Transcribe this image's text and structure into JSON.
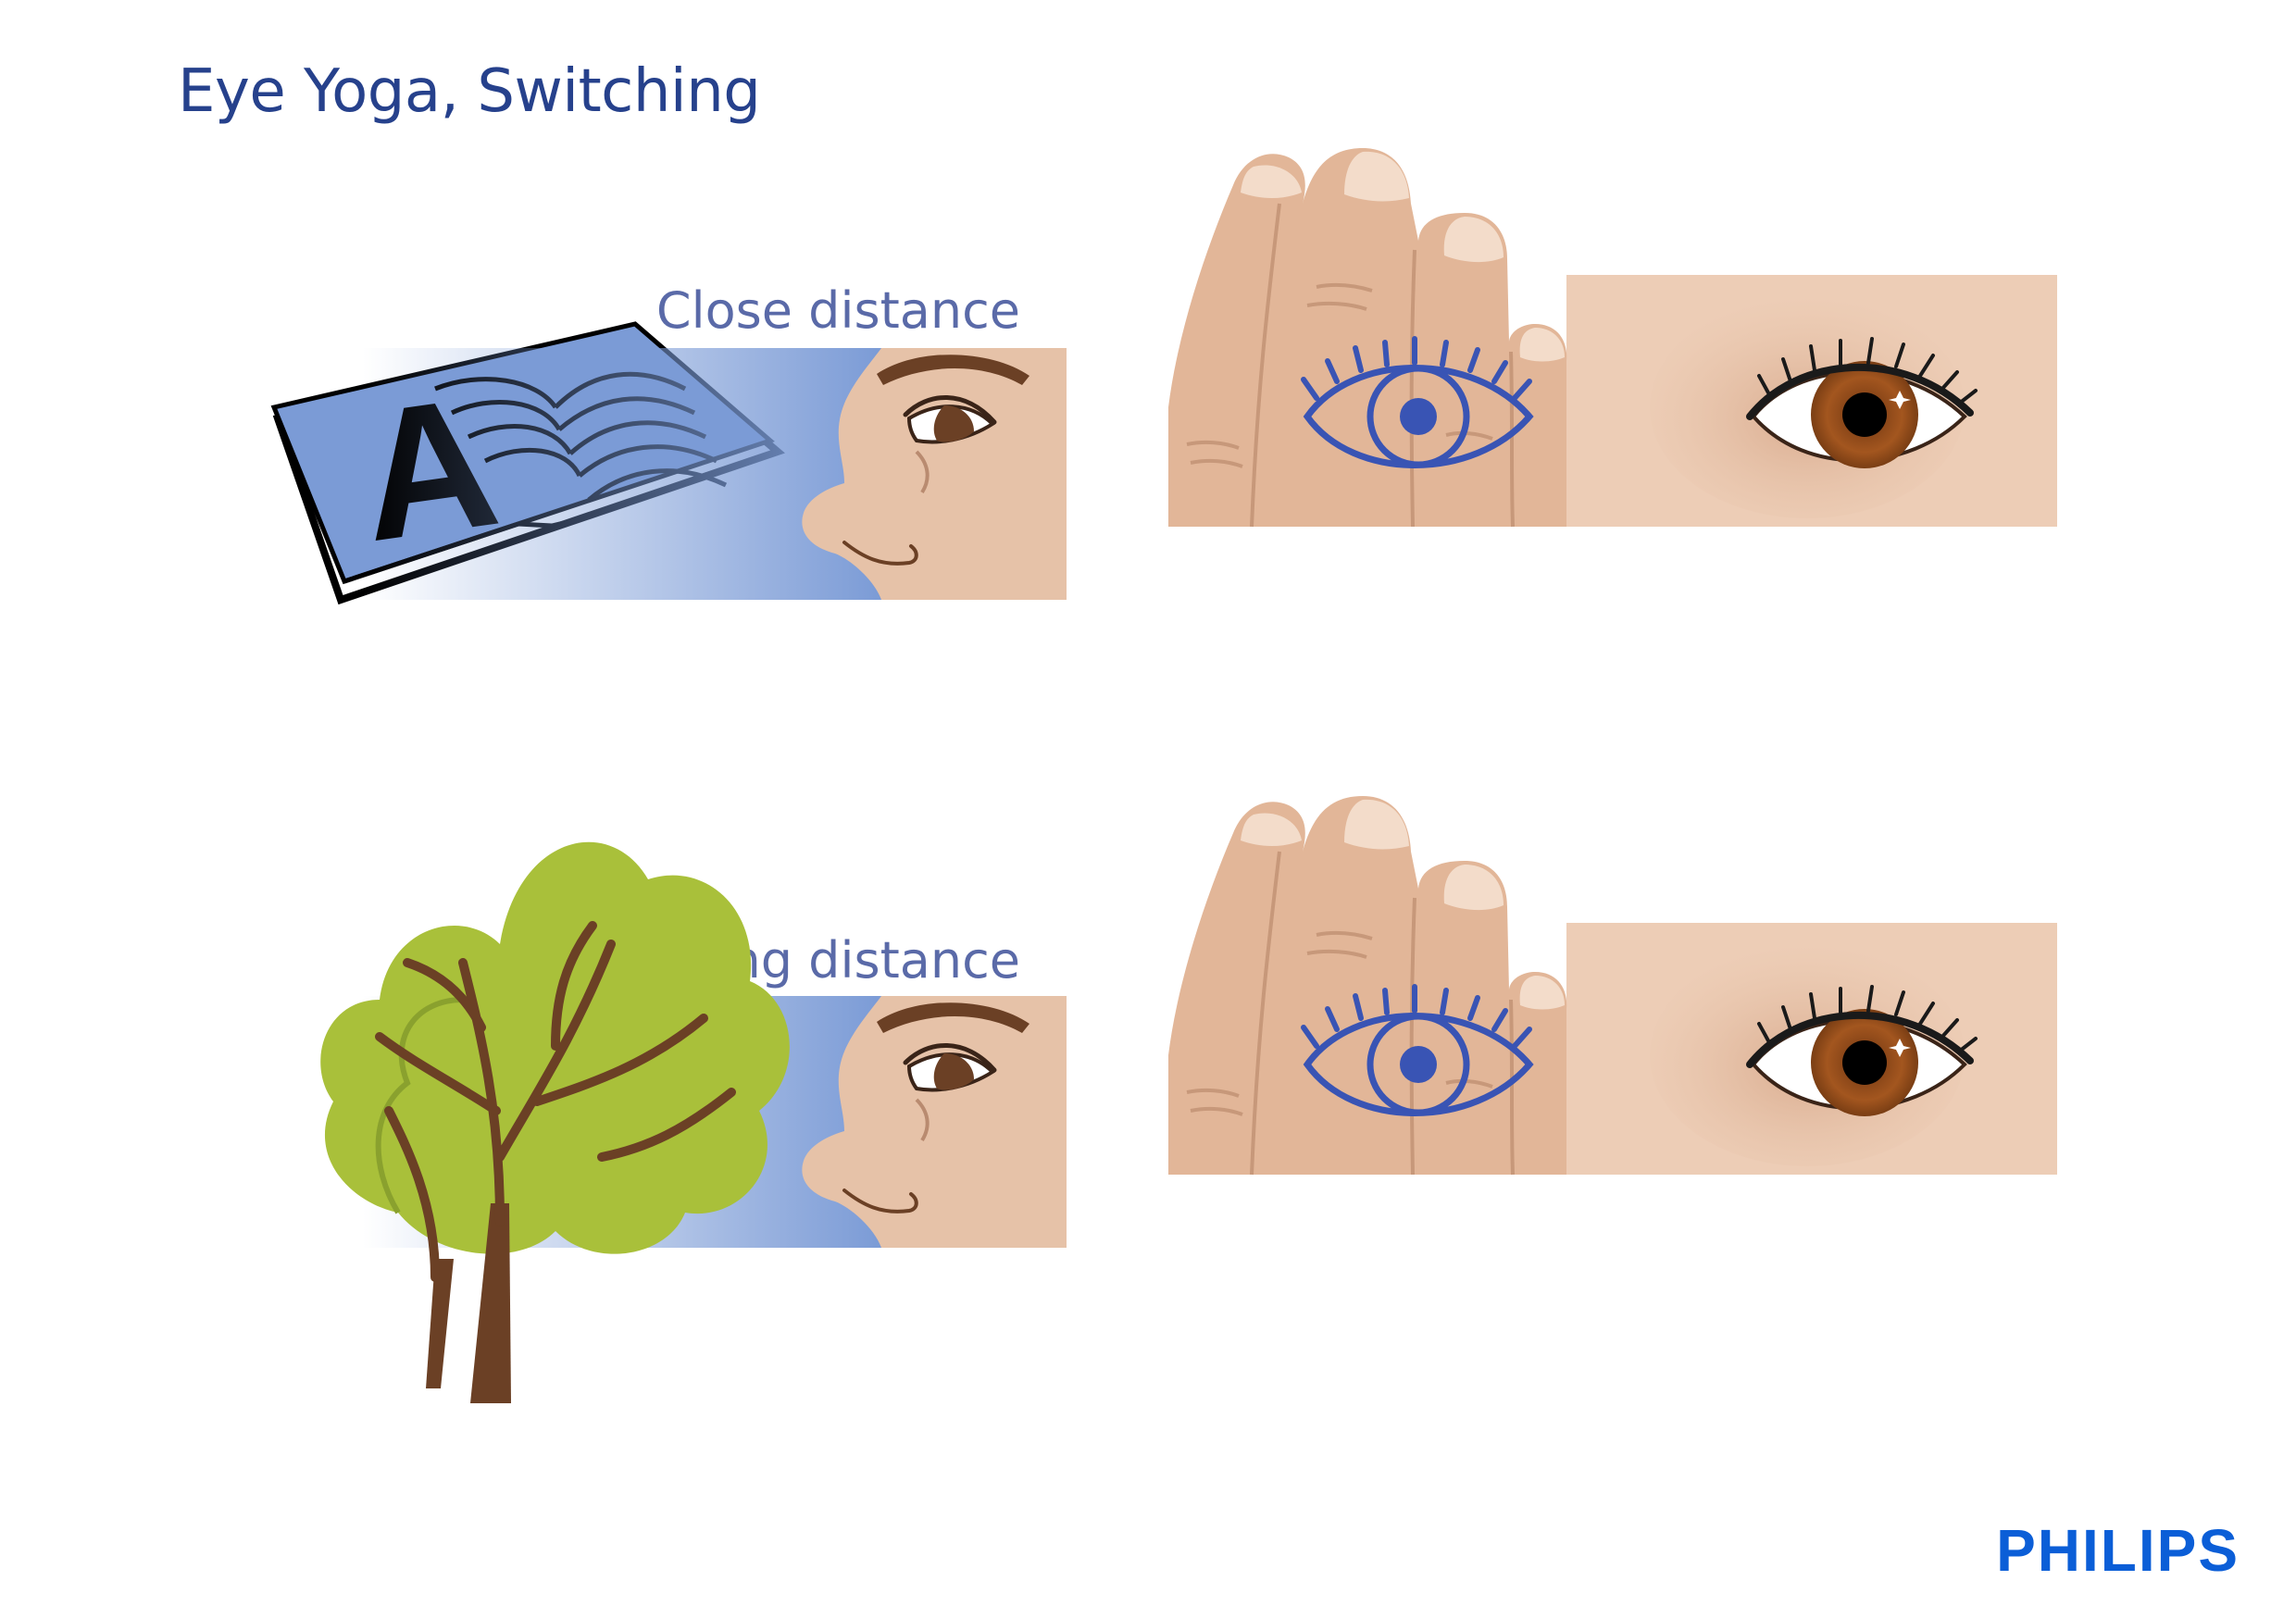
{
  "title": "Eye Yoga, Switching",
  "rows": [
    {
      "label": "Close distance",
      "target": "book"
    },
    {
      "label": "Long distance",
      "target": "tree"
    }
  ],
  "brand": {
    "name": "PHILIPS",
    "color": "#0b5ed7"
  },
  "colors": {
    "title": "#26418c",
    "label": "#5a6aa8",
    "skin": "#e6c2a8",
    "skin_dark": "#d7a98a",
    "gaze_blue": "#7b9bd6",
    "line_blue": "#3954b4",
    "leaf_green": "#a9c03a",
    "trunk_brown": "#6b4025",
    "iris_brown": "#a3561f"
  },
  "icons": [
    "open-book-icon",
    "tree-icon",
    "face-profile-icon",
    "hand-icon",
    "eye-outline-icon",
    "open-eye-icon"
  ]
}
